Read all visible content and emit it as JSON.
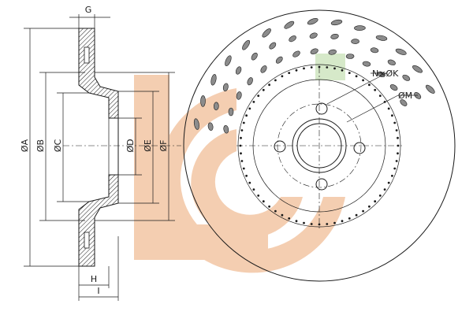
{
  "dimension_labels": {
    "A": "ØA",
    "B": "ØB",
    "C": "ØC",
    "D": "ØD",
    "E": "ØE",
    "F": "ØF",
    "G": "G",
    "H": "H",
    "I": "I",
    "K": "N×ØK",
    "M": "ØM"
  },
  "colors": {
    "line": "#1a1a1a",
    "watermark_orange": "#f3c6a4",
    "watermark_green": "#cfe6c0"
  }
}
